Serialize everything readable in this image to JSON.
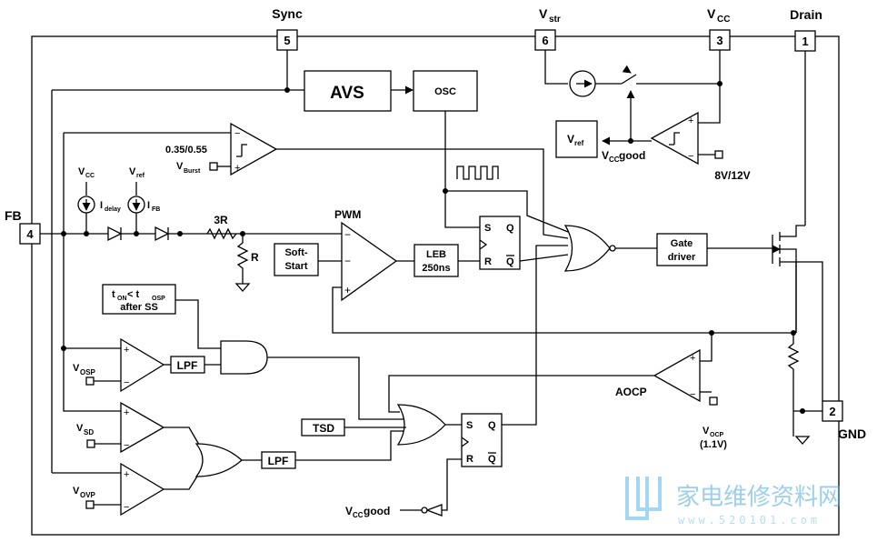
{
  "pins": {
    "sync": {
      "name": "Sync",
      "number": "5"
    },
    "vstr": {
      "name": "V",
      "sub": "str",
      "number": "6"
    },
    "vcc": {
      "name": "V",
      "sub": "CC",
      "number": "3"
    },
    "drain": {
      "name": "Drain",
      "number": "1"
    },
    "fb": {
      "name": "FB",
      "number": "4"
    },
    "gnd": {
      "name": "GND",
      "number": "2"
    }
  },
  "blocks": {
    "avs": "AVS",
    "osc": "OSC",
    "vref": {
      "main": "V",
      "sub": "ref"
    },
    "leb": [
      "LEB",
      "250ns"
    ],
    "soft_start": [
      "Soft-",
      "Start"
    ],
    "gate_driver": [
      "Gate",
      "driver"
    ],
    "tsd": "TSD",
    "lpf1": "LPF",
    "lpf2": "LPF",
    "ton_box": {
      "line1_a": "t",
      "line1_a_sub": "ON",
      "line1_b": " < t",
      "line1_b_sub": "OSP",
      "line2": "after SS"
    }
  },
  "flipflops": {
    "pins": {
      "s": "S",
      "r": "R",
      "q": "Q",
      "qbar": "Q"
    }
  },
  "labels": {
    "burst_ratio": "0.35/0.55",
    "vburst": {
      "main": "V",
      "sub": "Burst"
    },
    "vcc_good_top": {
      "main": "V",
      "sub": "CC",
      "tail": " good"
    },
    "uvlo": "8V/12V",
    "vcc_small": {
      "main": "V",
      "sub": "CC"
    },
    "vref_small": {
      "main": "V",
      "sub": "ref"
    },
    "idelay": {
      "main": "I",
      "sub": "delay"
    },
    "ifb": {
      "main": "I",
      "sub": "FB"
    },
    "res_3r": "3R",
    "res_r": "R",
    "pwm": "PWM",
    "aocp": "AOCP",
    "vocp": {
      "main": "V",
      "sub": "OCP",
      "value": "(1.1V)"
    },
    "vosp": {
      "main": "V",
      "sub": "OSP"
    },
    "vsd": {
      "main": "V",
      "sub": "SD"
    },
    "vovp": {
      "main": "V",
      "sub": "OVP"
    },
    "vcc_good_bottom": {
      "main": "V",
      "sub": "CC",
      "tail": " good"
    },
    "plus": "+",
    "minus": "−"
  },
  "watermark": {
    "text": "家电维修资料网",
    "url": "www.520101.com"
  }
}
